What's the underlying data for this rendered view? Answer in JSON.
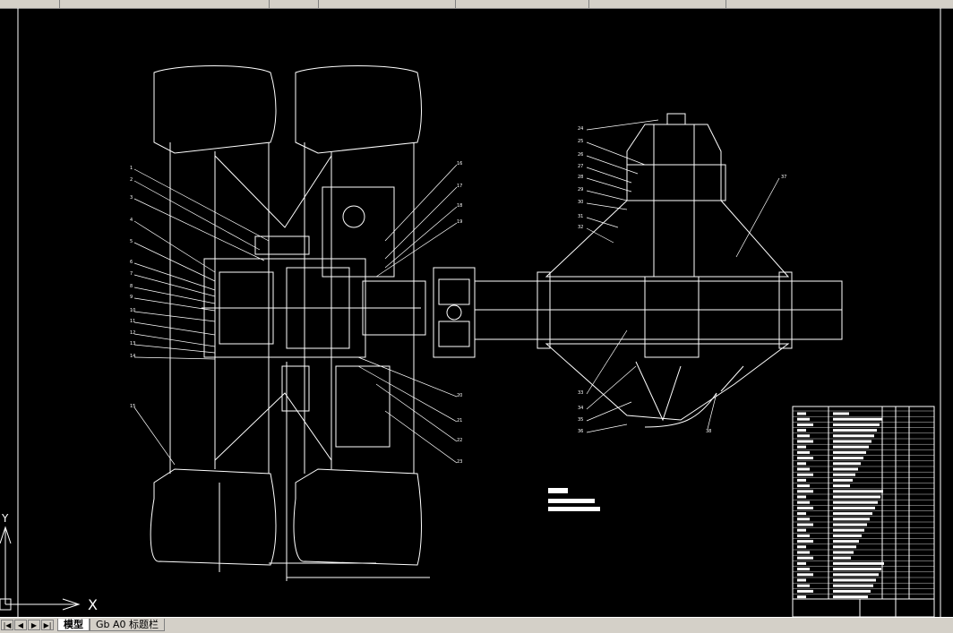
{
  "window": {
    "tabs": [
      {
        "label": "模型",
        "active": true
      },
      {
        "label": "Gb A0 标题栏",
        "active": false
      }
    ],
    "nav_icons": [
      "first-layout-icon",
      "prev-layout-icon",
      "next-layout-icon",
      "last-layout-icon"
    ]
  },
  "ucs": {
    "x_label": "X",
    "y_label": "Y"
  },
  "drawing": {
    "line_color": "#ffffff",
    "background": "#000000",
    "left_callouts": [
      "1",
      "2",
      "3",
      "4",
      "5",
      "6",
      "7",
      "8",
      "9",
      "10",
      "11",
      "12",
      "13",
      "14",
      "15"
    ],
    "right_callouts": [
      "16",
      "17",
      "18",
      "19",
      "20",
      "21",
      "22",
      "23"
    ],
    "diff_callouts_left": [
      "24",
      "25",
      "26",
      "27",
      "28",
      "29",
      "30",
      "31",
      "32",
      "33",
      "34",
      "35",
      "36"
    ],
    "diff_callout_right": "37",
    "diff_callout_bottom": "38"
  }
}
